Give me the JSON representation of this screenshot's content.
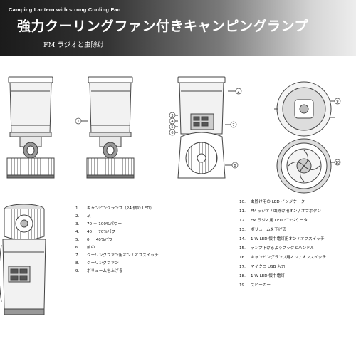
{
  "header": {
    "subtitle_en": "Camping Lantern with strong Cooling Fan",
    "title_jp": "強力クーリングファン付きキャンピングランプ",
    "subtitle_jp": "FM ラジオと虫除け"
  },
  "callouts": [
    "1",
    "2",
    "3",
    "4",
    "5",
    "6",
    "7",
    "8",
    "9",
    "10"
  ],
  "legend_left": [
    {
      "num": "1.",
      "text": "キャンピングランプ（24 個の LED）"
    },
    {
      "num": "2.",
      "text": "灰"
    },
    {
      "num": "3.",
      "text": "70 － 100%パワー"
    },
    {
      "num": "4.",
      "text": "40 － 70%パワー"
    },
    {
      "num": "5.",
      "text": "0 － 40%パワー"
    },
    {
      "num": "6.",
      "text": "前の"
    },
    {
      "num": "7.",
      "text": "クーリングファン用オン / オフスイッチ"
    },
    {
      "num": "8.",
      "text": "クーリングファン"
    },
    {
      "num": "9.",
      "text": "ボリュームを上げる"
    }
  ],
  "legend_right": [
    {
      "num": "10.",
      "text": "虫除け用の LED インジケータ"
    },
    {
      "num": "11.",
      "text": "FM ラジオ / 虫除け用オン / オフボタン"
    },
    {
      "num": "12.",
      "text": "FM ラジオ用 LED インジケータ"
    },
    {
      "num": "13.",
      "text": "ボリュームを下げる"
    },
    {
      "num": "14.",
      "text": "1 W LED 懐中電灯用オン / オフスイッチ"
    },
    {
      "num": "15.",
      "text": "ランプ下げるようフックとハンドル"
    },
    {
      "num": "16.",
      "text": "キャンピングランプ用オン / オフスイッチ"
    },
    {
      "num": "17.",
      "text": "マイクロ USB 入力"
    },
    {
      "num": "18.",
      "text": "1 W LED 懐中電灯"
    },
    {
      "num": "19.",
      "text": "スピーカー"
    }
  ]
}
